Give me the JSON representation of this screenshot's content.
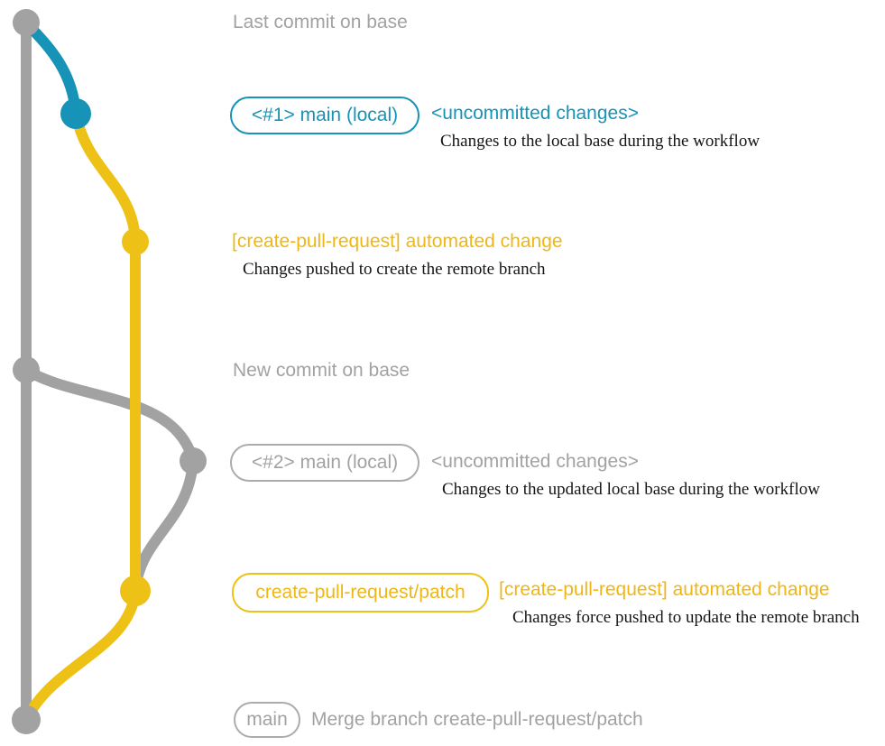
{
  "colors": {
    "gray": "#A2A2A2",
    "blue": "#1793B8",
    "gold": "#EEC117",
    "caption_text": "#151515",
    "background": "#FFFFFF"
  },
  "timeline": [
    {
      "label": "Last commit on base"
    },
    {
      "pill": "<#1> main (local)",
      "headline": "<uncommitted changes>",
      "caption": "Changes to the local base during the workflow"
    },
    {
      "headline": "[create-pull-request] automated change",
      "caption": "Changes pushed to create the remote branch"
    },
    {
      "label": "New commit on base"
    },
    {
      "pill": "<#2> main (local)",
      "headline": "<uncommitted changes>",
      "caption": "Changes to the updated local base during the workflow"
    },
    {
      "pill": "create-pull-request/patch",
      "headline": "[create-pull-request] automated change",
      "caption": "Changes force pushed to update the remote branch"
    },
    {
      "pill": "main",
      "headline": "Merge branch create-pull-request/patch"
    }
  ],
  "graph": {
    "branches": [
      "base (gray)",
      "main local changes (blue)",
      "create-pull-request/patch (gold)"
    ],
    "commit_count": 7
  }
}
